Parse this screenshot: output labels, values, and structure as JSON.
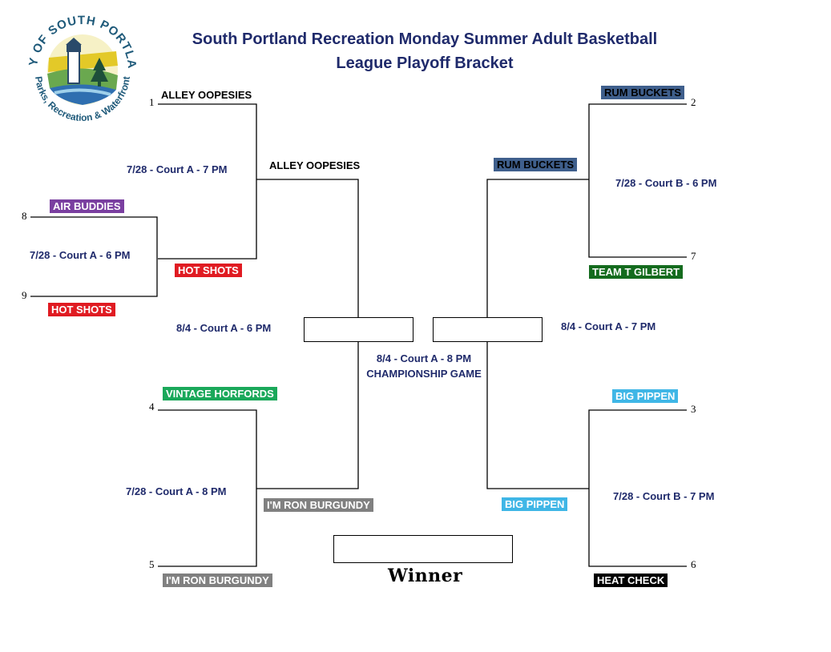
{
  "title_line1": "South Portland Recreation Monday Summer Adult Basketball",
  "title_line2": "League Playoff Bracket",
  "logo": {
    "top_text": "CITY OF SOUTH PORTLAND",
    "bottom_text": "Parks, Recreation & Waterfront",
    "icon": "lighthouse-logo-icon"
  },
  "colors": {
    "navy_text": "#1f2a6b",
    "rum_buckets": "#3f5f8c",
    "air_buddies": "#7a3fa0",
    "hot_shots": "#e01b22",
    "vintage_horfords": "#1aa85a",
    "big_pippen": "#3fb6e6",
    "team_t_gilbert": "#146b1e",
    "ron_burgundy": "#808080",
    "heat_check": "#000000"
  },
  "seeds": {
    "s1": "1",
    "s2": "2",
    "s3": "3",
    "s4": "4",
    "s5": "5",
    "s6": "6",
    "s7": "7",
    "s8": "8",
    "s9": "9"
  },
  "teams": {
    "seed1": "ALLEY OOPESIES",
    "seed2": "RUM BUCKETS",
    "seed3": "BIG PIPPEN",
    "seed4": "VINTAGE HORFORDS",
    "seed5": "I'M RON BURGUNDY",
    "seed6": "HEAT CHECK",
    "seed7": "TEAM T GILBERT",
    "seed8": "AIR BUDDIES",
    "seed9": "HOT SHOTS"
  },
  "results": {
    "play_in_winner": "HOT SHOTS",
    "q1_winner": "ALLEY OOPESIES",
    "q2_winner": "I'M RON BURGUNDY",
    "q3_winner": "RUM BUCKETS",
    "q4_winner": "BIG PIPPEN"
  },
  "games": {
    "play_in": "7/28 - Court A - 6 PM",
    "q1": "7/28 - Court A - 7 PM",
    "q2": "7/28 - Court A - 8 PM",
    "q3": "7/28 - Court B - 6 PM",
    "q4": "7/28 - Court B - 7 PM",
    "semi_left": "8/4 - Court A - 6 PM",
    "semi_right": "8/4 - Court A - 7 PM",
    "final": "8/4 - Court A - 8 PM",
    "final_label": "CHAMPIONSHIP GAME"
  },
  "winner_label": "Winner"
}
